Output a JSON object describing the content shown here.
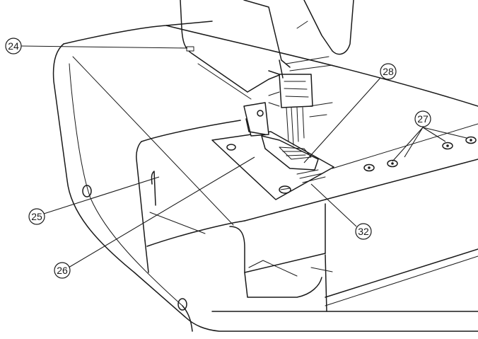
{
  "callouts": {
    "c24": "24",
    "c25": "25",
    "c26": "26",
    "c27": "27",
    "c28": "28",
    "c32": "32"
  },
  "colors": {
    "line": "#1a1a1a",
    "background": "#ffffff"
  }
}
